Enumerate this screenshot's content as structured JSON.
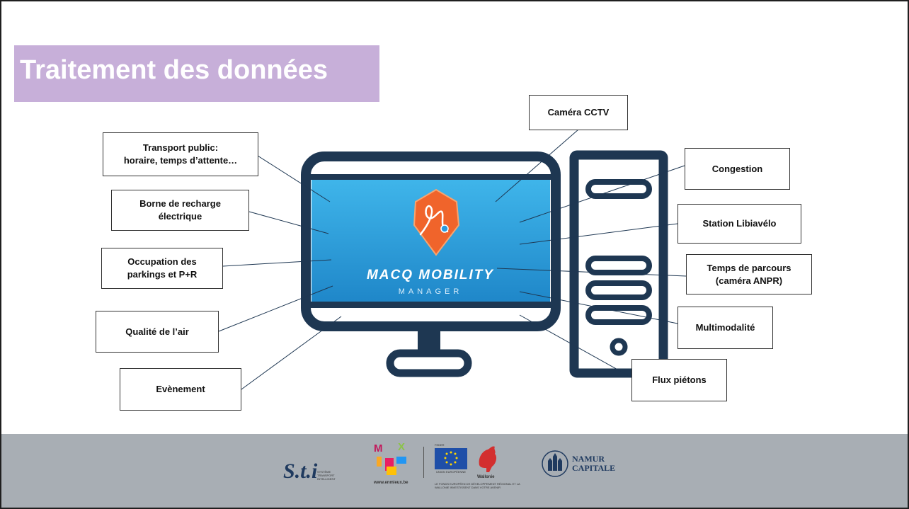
{
  "slide": {
    "title": "Traitement des données"
  },
  "screen": {
    "brand_line1": "MACQ MOBILITY",
    "brand_line2": "MANAGER"
  },
  "labels": {
    "transport_public": [
      "Transport public:",
      "horaire, temps d’attente…"
    ],
    "borne_recharge": [
      "Borne de recharge",
      "électrique"
    ],
    "occupation_parkings": [
      "Occupation des",
      "parkings et P+R"
    ],
    "qualite_air": "Qualité de l’air",
    "evenement": "Evènement",
    "camera_cctv": "Caméra CCTV",
    "congestion": "Congestion",
    "station_libiavelo": "Station Libiavélo",
    "temps_parcours": [
      "Temps de parcours",
      "(caméra ANPR)"
    ],
    "multimodalite": "Multimodalité",
    "flux_pietons": "Flux piétons"
  },
  "footer": {
    "sti_logo": "S.t.i",
    "sti_caption": "SYSTÈME TRANSPORT INTELLIGENT",
    "mw_url": "www.enmieux.be",
    "eu_caption_top": "FEDER",
    "eu_caption_flag": "UNION EUROPÉENNE",
    "wallonie": "Wallonie",
    "eu_caption": "LE FONDS EUROPÉEN DE DÉVELOPPEMENT RÉGIONAL ET LA WALLONIE INVESTISSENT DANS VOTRE AVENIR",
    "namur_line1": "NAMUR",
    "namur_line2": "CAPITALE"
  },
  "colors": {
    "title_band": "#c7afd9",
    "monitor_frame": "#1e3752",
    "screen_gradient_top": "#3fb5ea",
    "screen_gradient_bottom": "#1f87c9",
    "logo_orange": "#f0642b",
    "footer": "#a8aeb4"
  }
}
